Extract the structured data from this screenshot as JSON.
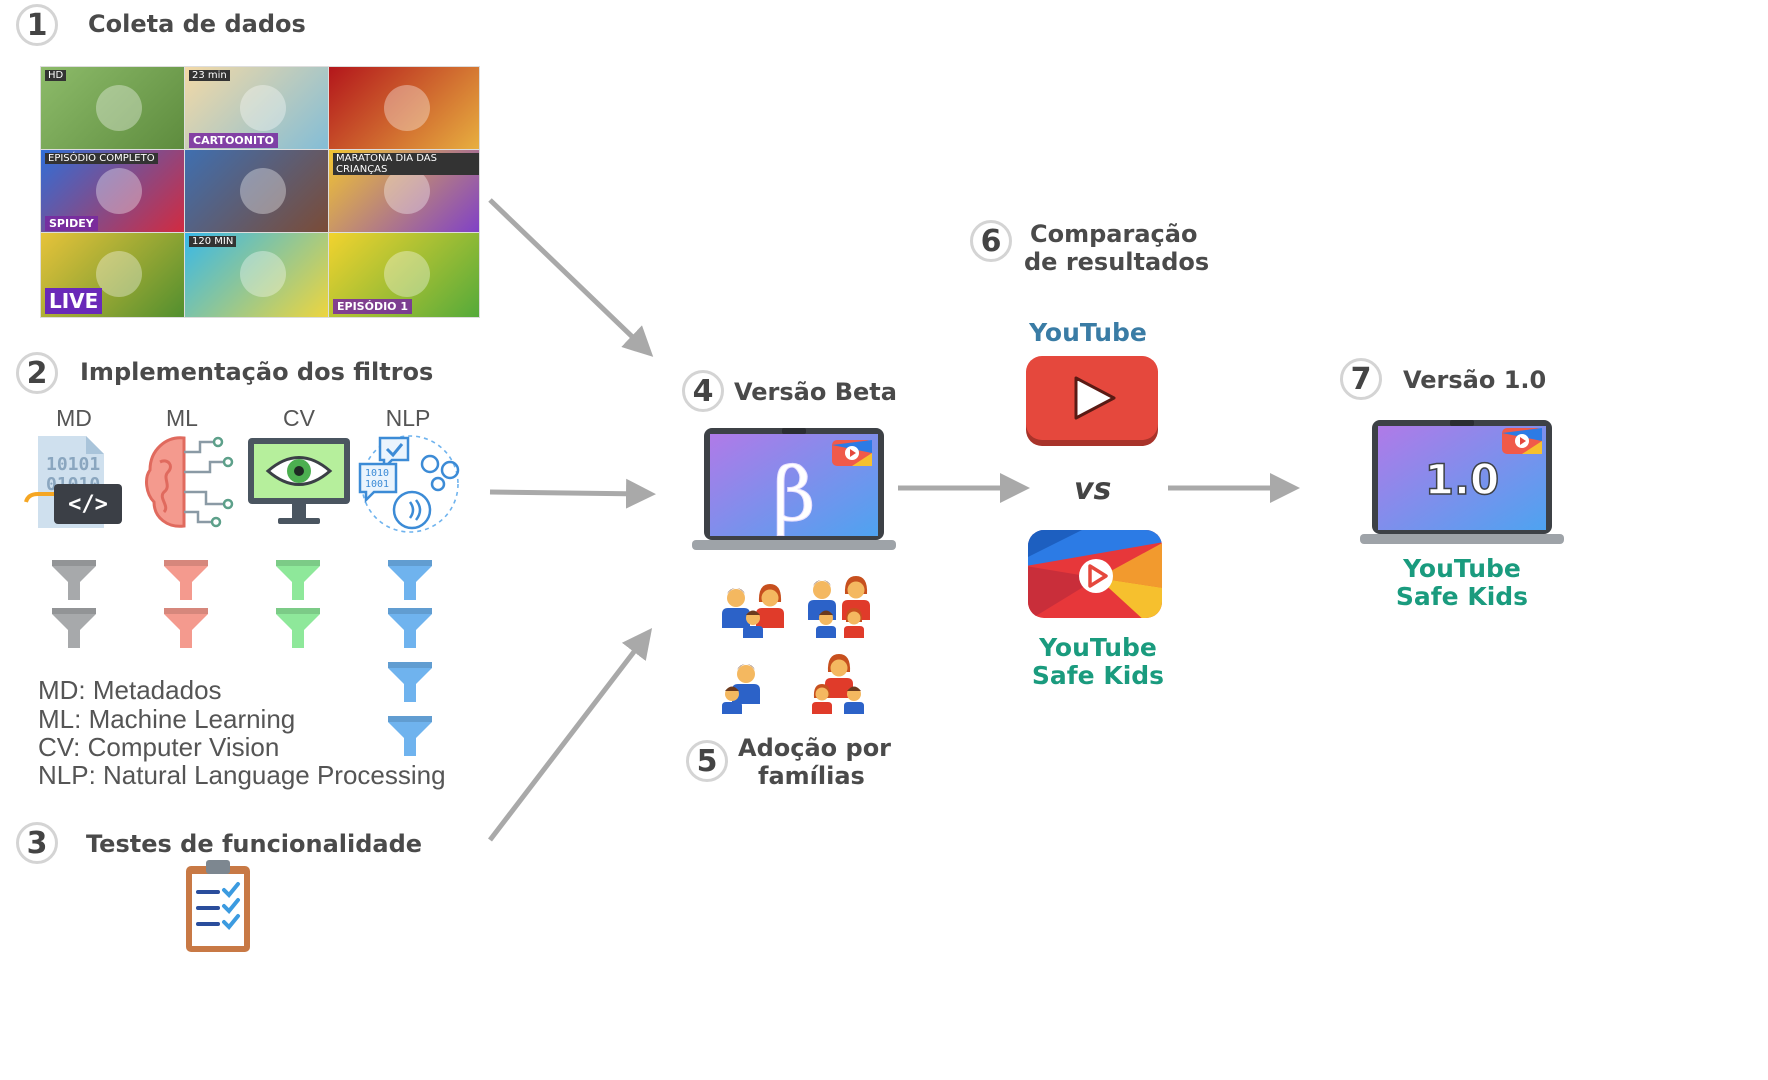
{
  "steps": {
    "s1": {
      "number": "1",
      "title": "Coleta de dados"
    },
    "s2": {
      "number": "2",
      "title": "Implementação dos filtros"
    },
    "s3": {
      "number": "3",
      "title": "Testes de funcionalidade"
    },
    "s4": {
      "number": "4",
      "title": "Versão Beta"
    },
    "s5": {
      "number": "5",
      "title_line1": "Adoção por",
      "title_line2": "famílias"
    },
    "s6": {
      "number": "6",
      "title_line1": "Comparação",
      "title_line2": "de resultados"
    },
    "s7": {
      "number": "7",
      "title": "Versão 1.0"
    }
  },
  "thumbnails": [
    {
      "tag": "HD",
      "caption": "",
      "colors": [
        "#8dbb6a",
        "#5c8a3c"
      ]
    },
    {
      "tag": "23 min",
      "caption": "CARTOONITO",
      "colors": [
        "#f3d9a6",
        "#7fbcd8"
      ]
    },
    {
      "tag": "",
      "caption": "",
      "colors": [
        "#b3161b",
        "#e8b040"
      ]
    },
    {
      "tag": "EPISÓDIO COMPLETO",
      "caption": "SPIDEY",
      "colors": [
        "#2f6fd8",
        "#d8283a"
      ]
    },
    {
      "tag": "",
      "caption": "",
      "colors": [
        "#3f6fb0",
        "#7d4a32"
      ]
    },
    {
      "tag": "MARATONA DIA DAS CRIANÇAS",
      "caption": "",
      "colors": [
        "#f2c531",
        "#7f40c8"
      ]
    },
    {
      "tag": "",
      "caption": "LIVE",
      "colors": [
        "#e7c33a",
        "#4d8d2e"
      ]
    },
    {
      "tag": "120 MIN",
      "caption": "",
      "colors": [
        "#38b8e8",
        "#f2d63a"
      ]
    },
    {
      "tag": "",
      "caption": "EPISÓDIO 1",
      "colors": [
        "#f2d32e",
        "#55aa3a"
      ]
    }
  ],
  "filters": {
    "labels": [
      "MD",
      "ML",
      "CV",
      "NLP"
    ],
    "icons": [
      "binary-code-icon",
      "brain-network-icon",
      "eye-monitor-icon",
      "language-speech-icon"
    ],
    "colors": [
      "#a7a9ab",
      "#f49a8e",
      "#8ee89a",
      "#6fb3ee"
    ],
    "funnel_counts": [
      2,
      2,
      2,
      4
    ]
  },
  "legend": [
    "MD: Metadados",
    "ML: Machine Learning",
    "CV: Computer Vision",
    "NLP: Natural Language Processing"
  ],
  "beta_symbol": "β",
  "comparison": {
    "youtube_label": "YouTube",
    "vs": "vs",
    "safekids_label_line1": "YouTube",
    "safekids_label_line2": "Safe Kids"
  },
  "release": {
    "version_text": "1.0",
    "label_line1": "YouTube",
    "label_line2": "Safe Kids"
  },
  "colors": {
    "youtube_blue": "#3a7ca5",
    "safekids_teal": "#1a9b7e",
    "arrow_gray": "#a9a9a9",
    "youtube_red": "#e5483d"
  }
}
